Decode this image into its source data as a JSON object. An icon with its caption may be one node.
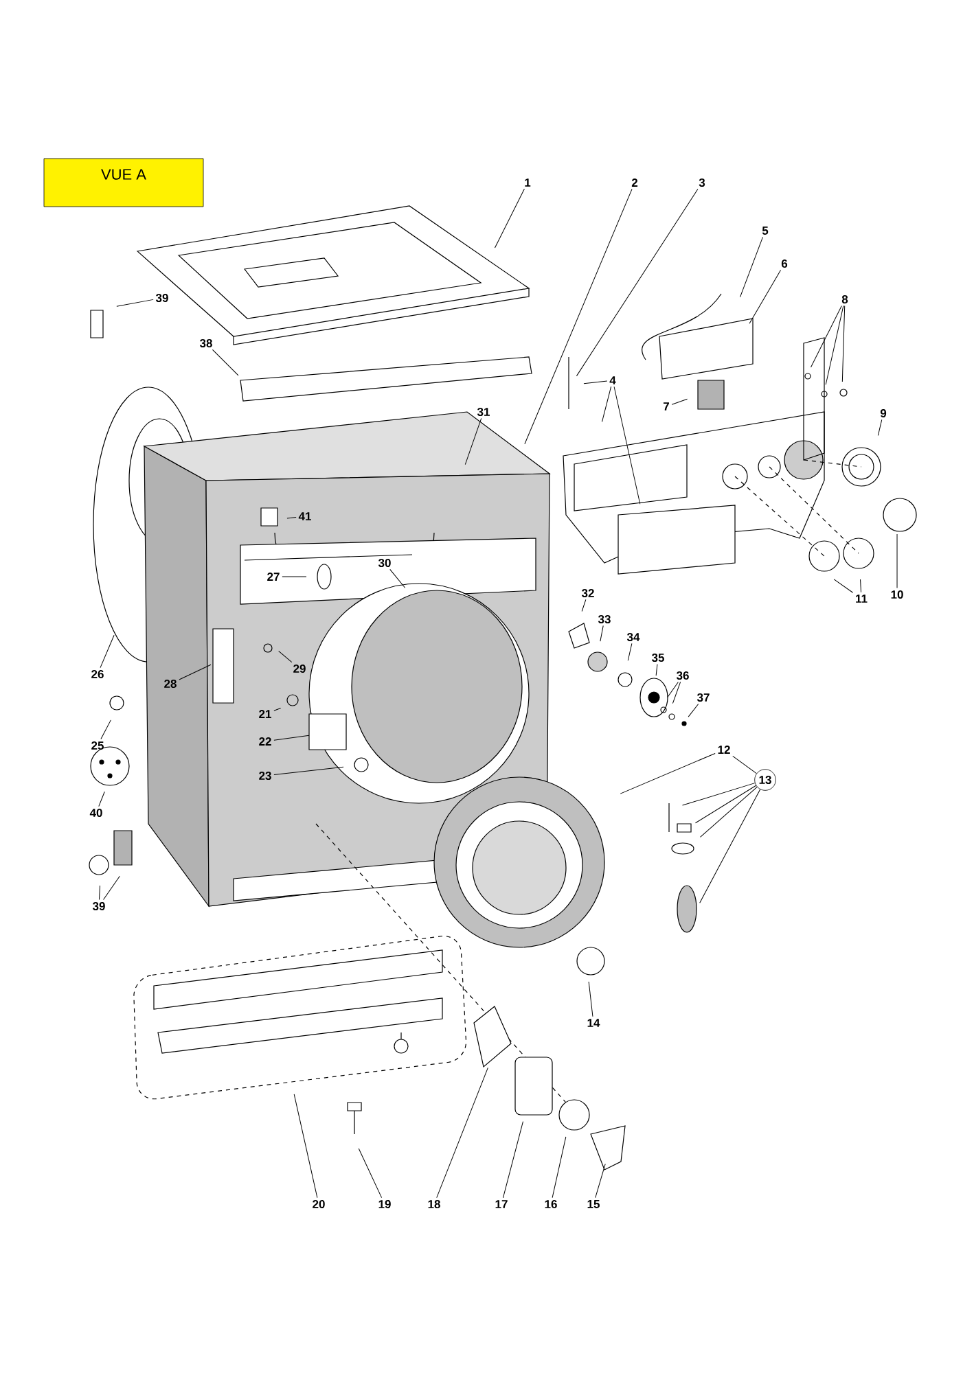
{
  "diagram": {
    "nodes": [
      {
        "text": [
          "VUE A"
        ]
      },
      {
        "text": [
          "1"
        ]
      },
      {
        "text": [
          "2"
        ]
      },
      {
        "text": [
          "3"
        ]
      },
      {
        "text": [
          "5"
        ]
      },
      {
        "text": [
          "6"
        ]
      },
      {
        "text": [
          "39"
        ]
      },
      {
        "text": [
          "8"
        ]
      },
      {
        "text": [
          "38"
        ]
      },
      {
        "text": [
          "4"
        ]
      },
      {
        "text": [
          "7"
        ]
      },
      {
        "text": [
          "9"
        ]
      },
      {
        "text": [
          "31"
        ]
      },
      {
        "text": [
          "41"
        ]
      },
      {
        "text": [
          "30"
        ]
      },
      {
        "text": [
          "27"
        ]
      },
      {
        "text": [
          "11"
        ]
      },
      {
        "text": [
          "10"
        ]
      },
      {
        "text": [
          "32"
        ]
      },
      {
        "text": [
          "33"
        ]
      },
      {
        "text": [
          "34"
        ]
      },
      {
        "text": [
          "35"
        ]
      },
      {
        "text": [
          "29"
        ]
      },
      {
        "text": [
          "26"
        ]
      },
      {
        "text": [
          "36"
        ]
      },
      {
        "text": [
          "28"
        ]
      },
      {
        "text": [
          "37"
        ]
      },
      {
        "text": [
          "21"
        ]
      },
      {
        "text": [
          "22"
        ]
      },
      {
        "text": [
          "25"
        ]
      },
      {
        "text": [
          "12"
        ]
      },
      {
        "text": [
          "23"
        ]
      },
      {
        "text": [
          "13"
        ]
      },
      {
        "text": [
          "40"
        ]
      },
      {
        "text": [
          "39"
        ]
      },
      {
        "text": [
          "14"
        ]
      },
      {
        "text": [
          "20"
        ]
      },
      {
        "text": [
          "19"
        ]
      },
      {
        "text": [
          "18"
        ]
      },
      {
        "text": [
          "17"
        ]
      },
      {
        "text": [
          "16"
        ]
      },
      {
        "text": [
          "15"
        ]
      }
    ],
    "edges": [
      {
        "from": 1,
        "to": null,
        "arrow": "none"
      },
      {
        "from": 2,
        "to": null,
        "arrow": "none"
      },
      {
        "from": 3,
        "to": null,
        "arrow": "none"
      },
      {
        "from": 4,
        "to": null,
        "arrow": "none"
      },
      {
        "from": 5,
        "to": null,
        "arrow": "none"
      },
      {
        "from": 6,
        "to": null,
        "arrow": "none"
      },
      {
        "from": 7,
        "to": null,
        "arrow": "none"
      },
      {
        "from": 7,
        "to": null,
        "arrow": "none"
      },
      {
        "from": 7,
        "to": null,
        "arrow": "none"
      },
      {
        "from": 8,
        "to": null,
        "arrow": "none"
      },
      {
        "from": 9,
        "to": null,
        "arrow": "none"
      },
      {
        "from": 9,
        "to": null,
        "arrow": "none"
      },
      {
        "from": 9,
        "to": null,
        "arrow": "none"
      },
      {
        "from": 10,
        "to": null,
        "arrow": "none"
      },
      {
        "from": 11,
        "to": null,
        "arrow": "none"
      },
      {
        "from": 12,
        "to": null,
        "arrow": "none"
      },
      {
        "from": 13,
        "to": null,
        "arrow": "none"
      },
      {
        "from": 14,
        "to": null,
        "arrow": "none"
      },
      {
        "from": 15,
        "to": null,
        "arrow": "none"
      },
      {
        "from": 16,
        "to": null,
        "arrow": "none"
      },
      {
        "from": 16,
        "to": null,
        "arrow": "none"
      },
      {
        "from": 17,
        "to": null,
        "arrow": "none"
      },
      {
        "from": 18,
        "to": null,
        "arrow": "none"
      },
      {
        "from": 19,
        "to": null,
        "arrow": "none"
      },
      {
        "from": 20,
        "to": null,
        "arrow": "none"
      },
      {
        "from": 21,
        "to": null,
        "arrow": "none"
      },
      {
        "from": 22,
        "to": null,
        "arrow": "none"
      },
      {
        "from": 23,
        "to": null,
        "arrow": "none"
      },
      {
        "from": 24,
        "to": null,
        "arrow": "none"
      },
      {
        "from": 24,
        "to": null,
        "arrow": "none"
      },
      {
        "from": 25,
        "to": null,
        "arrow": "none"
      },
      {
        "from": 26,
        "to": null,
        "arrow": "none"
      },
      {
        "from": 27,
        "to": null,
        "arrow": "none"
      },
      {
        "from": 28,
        "to": null,
        "arrow": "none"
      },
      {
        "from": 29,
        "to": null,
        "arrow": "none"
      },
      {
        "from": 30,
        "to": null,
        "arrow": "none"
      },
      {
        "from": 30,
        "to": 32,
        "arrow": "none"
      },
      {
        "from": 31,
        "to": null,
        "arrow": "none"
      },
      {
        "from": 32,
        "to": null,
        "arrow": "none"
      },
      {
        "from": 32,
        "to": null,
        "arrow": "none"
      },
      {
        "from": 32,
        "to": null,
        "arrow": "none"
      },
      {
        "from": 32,
        "to": null,
        "arrow": "none"
      },
      {
        "from": 33,
        "to": null,
        "arrow": "none"
      },
      {
        "from": 34,
        "to": null,
        "arrow": "none"
      },
      {
        "from": 34,
        "to": null,
        "arrow": "none"
      },
      {
        "from": 35,
        "to": null,
        "arrow": "none"
      },
      {
        "from": 36,
        "to": null,
        "arrow": "none"
      },
      {
        "from": 37,
        "to": null,
        "arrow": "none"
      },
      {
        "from": 38,
        "to": null,
        "arrow": "none"
      },
      {
        "from": 39,
        "to": null,
        "arrow": "none"
      },
      {
        "from": 40,
        "to": null,
        "arrow": "none"
      },
      {
        "from": 41,
        "to": null,
        "arrow": "none"
      }
    ]
  }
}
